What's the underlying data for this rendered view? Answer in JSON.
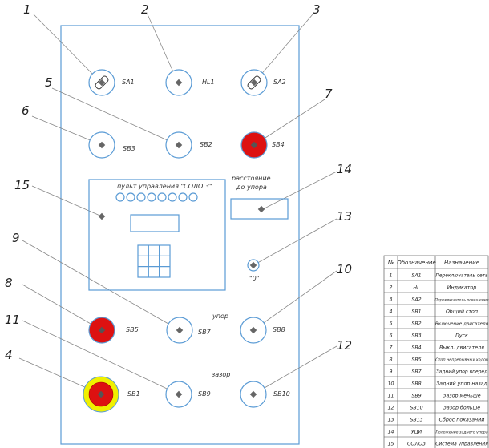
{
  "colors": {
    "outline": "#5a9bd5",
    "stop_red": "#dd1111",
    "ring_yellow": "#f0f000",
    "text": "#333333"
  },
  "callouts": [
    "1",
    "2",
    "3",
    "4",
    "5",
    "6",
    "7",
    "8",
    "9",
    "10",
    "11",
    "12",
    "13",
    "14",
    "15"
  ],
  "components": {
    "sa1": "SA1",
    "hl1": "HL1",
    "sa2": "SA2",
    "sb3": "SB3",
    "sb2": "SB2",
    "sb4": "SB4",
    "sb5": "SB5",
    "sb7": "SB7",
    "sb8": "SB8",
    "sb1": "SB1",
    "sb9": "SB9",
    "sb10": "SB10"
  },
  "labels": {
    "panel_title": "пульт управления \"СОЛО 3\"",
    "distance_line1": "расстояние",
    "distance_line2": "до упора",
    "zero": "\"0\"",
    "stop_word": "упор",
    "gap_word": "зазор"
  },
  "table": {
    "headers": [
      "№",
      "Обозначение",
      "Назначение"
    ],
    "rows": [
      [
        "1",
        "SA1",
        "Переключатель сеть"
      ],
      [
        "2",
        "HL",
        "Индикатор"
      ],
      [
        "3",
        "SA2",
        "Переключатель освещения"
      ],
      [
        "4",
        "SB1",
        "Общий стоп"
      ],
      [
        "5",
        "SB2",
        "Включение двигателя"
      ],
      [
        "6",
        "SB3",
        "Пуск"
      ],
      [
        "7",
        "SB4",
        "Выкл. двигателя"
      ],
      [
        "8",
        "SB5",
        "Стоп непрерывных ходов"
      ],
      [
        "9",
        "SB7",
        "Задний упор вперед"
      ],
      [
        "10",
        "SB8",
        "Задний упор назад"
      ],
      [
        "11",
        "SB9",
        "Зазор меньше"
      ],
      [
        "12",
        "SB10",
        "Зазор больше"
      ],
      [
        "13",
        "SB13",
        "Сброс показаний"
      ],
      [
        "14",
        "УЦИ",
        "Положение заднего упора"
      ],
      [
        "15",
        "СОЛО3",
        "Система управления"
      ]
    ]
  }
}
